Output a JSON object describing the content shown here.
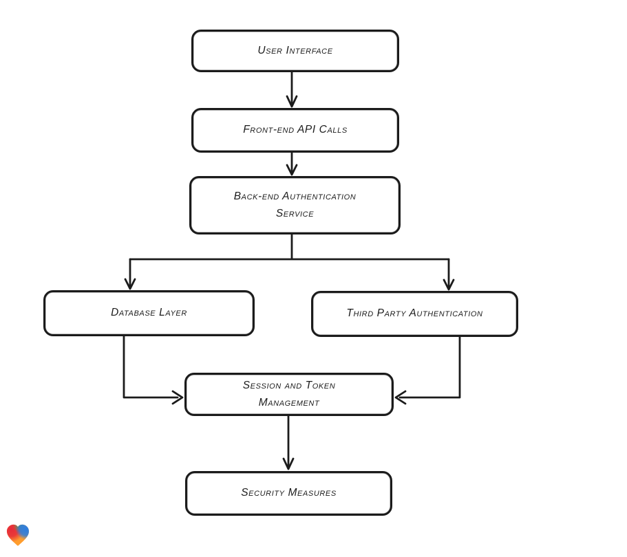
{
  "page": {
    "background": "#ffffff"
  },
  "diagram": {
    "type": "flowchart",
    "style": "hand-drawn",
    "stroke_color": "#1b1b1b",
    "node_fill": "#ffffff",
    "nodes": [
      {
        "id": "user-interface",
        "label": "User Interface"
      },
      {
        "id": "front-end-api-calls",
        "label": "Front-end API Calls"
      },
      {
        "id": "back-end-authentication-service",
        "label": "Back-end Authentication Service"
      },
      {
        "id": "database-layer",
        "label": "Database Layer"
      },
      {
        "id": "third-party-authentication",
        "label": "Third Party Authentication"
      },
      {
        "id": "session-and-token-management",
        "label": "Session and Token Management"
      },
      {
        "id": "security-measures",
        "label": "Security Measures"
      }
    ],
    "edges": [
      {
        "from": "user-interface",
        "to": "front-end-api-calls"
      },
      {
        "from": "front-end-api-calls",
        "to": "back-end-authentication-service"
      },
      {
        "from": "back-end-authentication-service",
        "to": "database-layer"
      },
      {
        "from": "back-end-authentication-service",
        "to": "third-party-authentication"
      },
      {
        "from": "database-layer",
        "to": "session-and-token-management"
      },
      {
        "from": "third-party-authentication",
        "to": "session-and-token-management"
      },
      {
        "from": "session-and-token-management",
        "to": "security-measures"
      }
    ]
  },
  "footer": {
    "logo": {
      "name": "lovable-heart-logo",
      "colors": {
        "red": "#e62a3a",
        "green": "#4aa54d",
        "blue": "#2a7de1",
        "orange": "#ff9d2e"
      }
    }
  }
}
